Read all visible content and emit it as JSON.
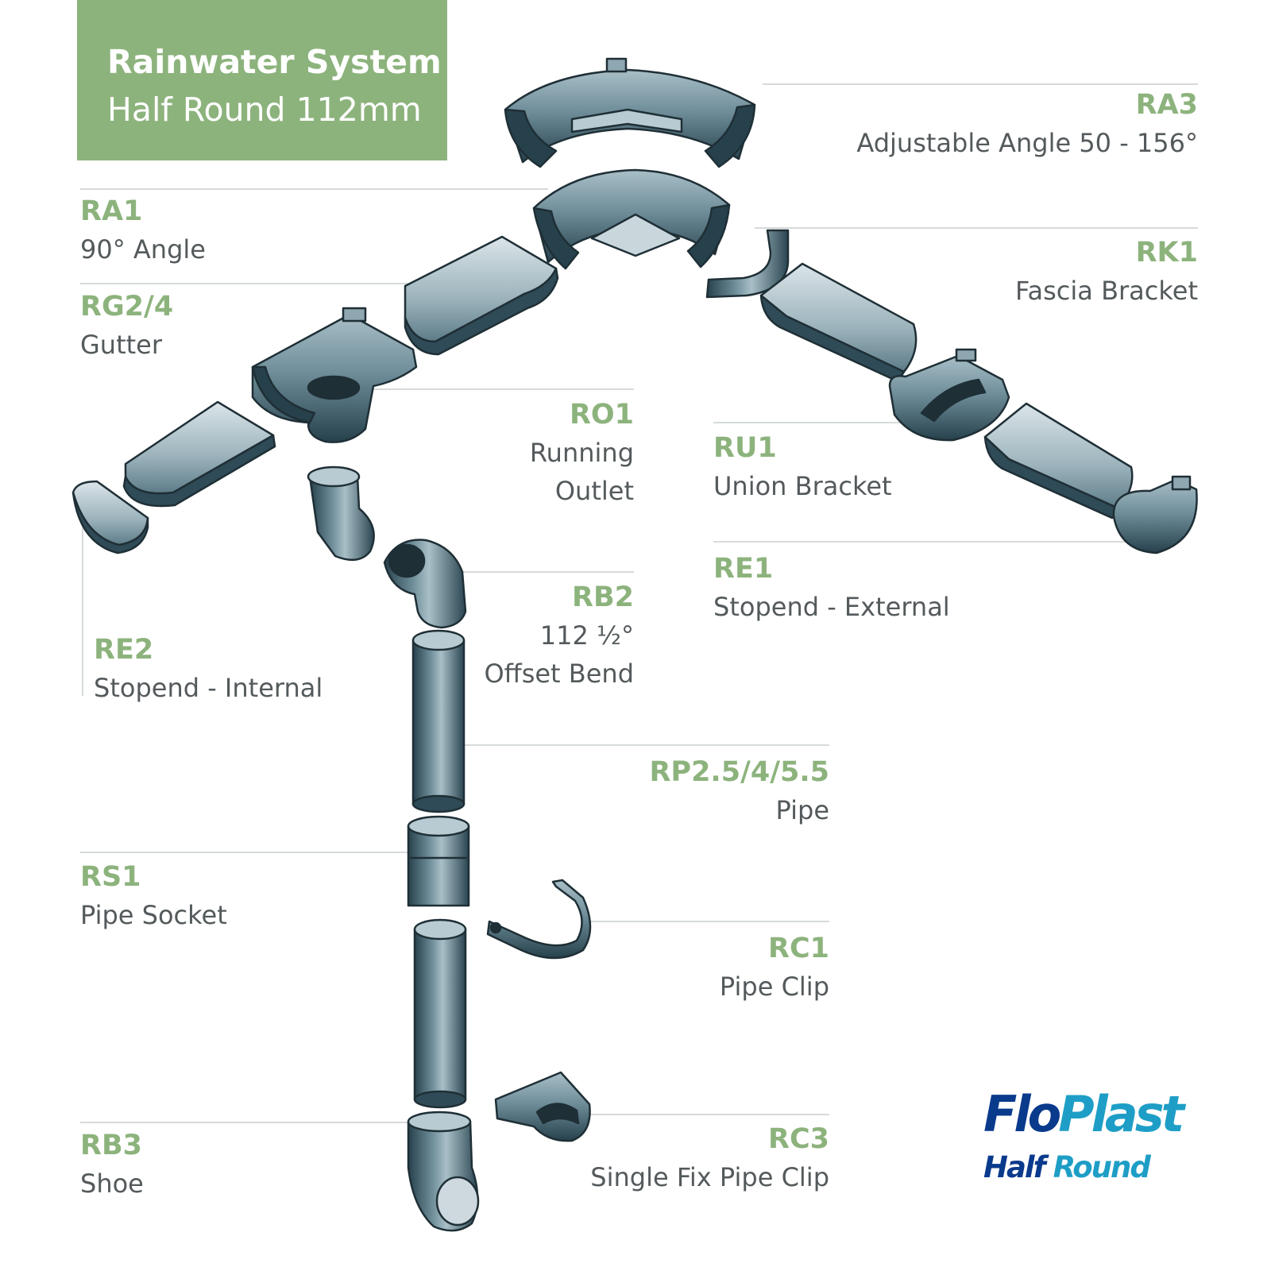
{
  "title": {
    "line1": "Rainwater System",
    "line2": "Half Round 112mm"
  },
  "parts": [
    {
      "id": "ra3",
      "code": "RA3",
      "name": [
        "Adjustable Angle 50 - 156°"
      ]
    },
    {
      "id": "ra1",
      "code": "RA1",
      "name": [
        "90° Angle"
      ]
    },
    {
      "id": "rk1",
      "code": "RK1",
      "name": [
        "Fascia Bracket"
      ]
    },
    {
      "id": "rg24",
      "code": "RG2/4",
      "name": [
        "Gutter"
      ]
    },
    {
      "id": "ro1",
      "code": "RO1",
      "name": [
        "Running",
        "Outlet"
      ]
    },
    {
      "id": "ru1",
      "code": "RU1",
      "name": [
        "Union Bracket"
      ]
    },
    {
      "id": "re1",
      "code": "RE1",
      "name": [
        "Stopend - External"
      ]
    },
    {
      "id": "rb2",
      "code": "RB2",
      "name": [
        "112 ½°",
        "Offset Bend"
      ]
    },
    {
      "id": "re2",
      "code": "RE2",
      "name": [
        "Stopend - Internal"
      ]
    },
    {
      "id": "rp",
      "code": "RP2.5/4/5.5",
      "name": [
        "Pipe"
      ]
    },
    {
      "id": "rs1",
      "code": "RS1",
      "name": [
        "Pipe Socket"
      ]
    },
    {
      "id": "rc1",
      "code": "RC1",
      "name": [
        "Pipe Clip"
      ]
    },
    {
      "id": "rb3",
      "code": "RB3",
      "name": [
        "Shoe"
      ]
    },
    {
      "id": "rc3",
      "code": "RC3",
      "name": [
        "Single Fix Pipe Clip"
      ]
    }
  ],
  "logo": {
    "brand_part1": "Flo",
    "brand_part2": "Plast",
    "sub_part1": "Half",
    "sub_part2": "Round"
  },
  "colors": {
    "accent_green": "#8db37d",
    "label_grey": "#545a5c",
    "part_steel": "#3c5a66",
    "logo_navy": "#0a3a8c",
    "logo_cyan": "#1e9ec6"
  }
}
